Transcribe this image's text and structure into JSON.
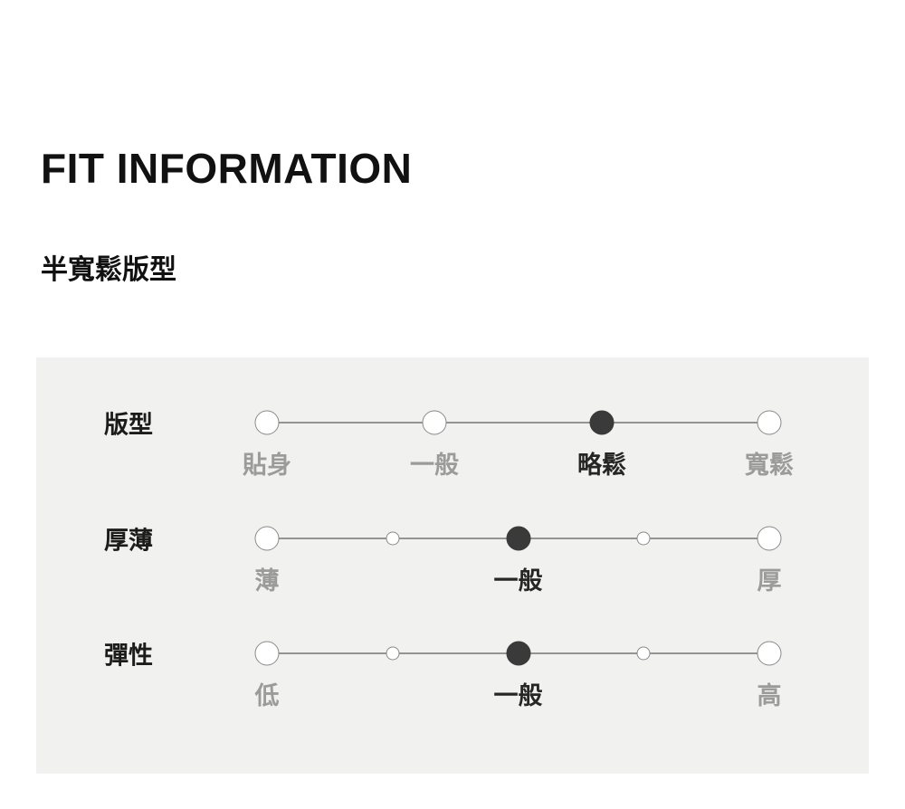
{
  "page": {
    "title": "FIT INFORMATION",
    "subtitle": "半寬鬆版型"
  },
  "panel": {
    "background": "#f1f1ef",
    "colors": {
      "line": "#949494",
      "dot_border": "#8a8a8a",
      "dot_filled": "#3a3a3a",
      "label_gray": "#9b9b9b",
      "label_selected": "#262626"
    },
    "rows": [
      {
        "id": "fit-type",
        "label": "版型",
        "dots": [
          {
            "filled": false,
            "small": false
          },
          {
            "filled": false,
            "small": false
          },
          {
            "filled": true,
            "small": false
          },
          {
            "filled": false,
            "small": false
          }
        ],
        "labels": [
          {
            "dot": 0,
            "text": "貼身",
            "selected": false
          },
          {
            "dot": 1,
            "text": "一般",
            "selected": false
          },
          {
            "dot": 2,
            "text": "略鬆",
            "selected": true
          },
          {
            "dot": 3,
            "text": "寬鬆",
            "selected": false
          }
        ]
      },
      {
        "id": "thickness",
        "label": "厚薄",
        "dots": [
          {
            "filled": false,
            "small": false
          },
          {
            "filled": false,
            "small": true
          },
          {
            "filled": true,
            "small": false
          },
          {
            "filled": false,
            "small": true
          },
          {
            "filled": false,
            "small": false
          }
        ],
        "labels": [
          {
            "dot": 0,
            "text": "薄",
            "selected": false
          },
          {
            "dot": 2,
            "text": "一般",
            "selected": true
          },
          {
            "dot": 4,
            "text": "厚",
            "selected": false
          }
        ]
      },
      {
        "id": "elasticity",
        "label": "彈性",
        "dots": [
          {
            "filled": false,
            "small": false
          },
          {
            "filled": false,
            "small": true
          },
          {
            "filled": true,
            "small": false
          },
          {
            "filled": false,
            "small": true
          },
          {
            "filled": false,
            "small": false
          }
        ],
        "labels": [
          {
            "dot": 0,
            "text": "低",
            "selected": false
          },
          {
            "dot": 2,
            "text": "一般",
            "selected": true
          },
          {
            "dot": 4,
            "text": "高",
            "selected": false
          }
        ]
      }
    ]
  }
}
